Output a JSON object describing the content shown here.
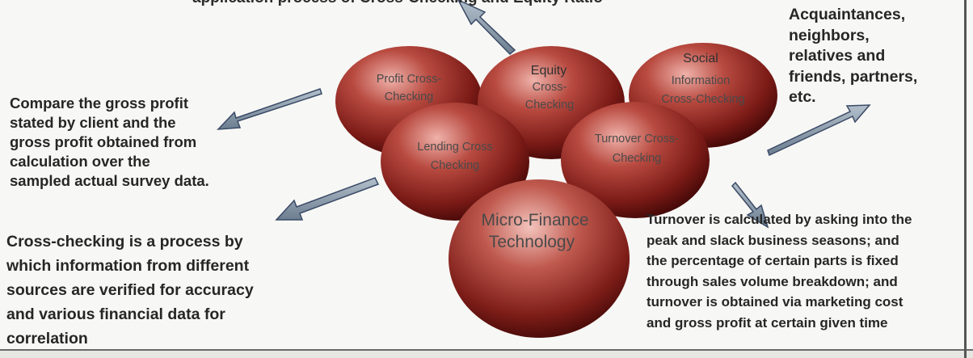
{
  "title_fragment": "application process of Cross-Checking and Equity Ratio",
  "center": {
    "label": "Micro-Finance Technology"
  },
  "spheres": {
    "profit": "Profit Cross-Checking",
    "equity": "Equity Cross-Checking",
    "social": "Social Information Cross-Checking",
    "lending": "Lending Cross Checking",
    "turnover": "Turnover Cross-Checking"
  },
  "annotations": {
    "profit_note": [
      "Compare the gross profit",
      "stated by client and the",
      "gross profit obtained from",
      "calculation over the",
      "sampled actual survey data."
    ],
    "social_note": [
      "Acquaintances,",
      "neighbors,",
      "relatives and",
      "friends, partners,",
      "etc."
    ],
    "lending_note": [
      "Cross-checking is a process by",
      "which information from different",
      "sources are verified for accuracy",
      "and various financial data for",
      "correlation"
    ],
    "turnover_note": [
      "Turnover is calculated by asking into the",
      "peak and slack business seasons; and",
      "the percentage of certain parts is fixed",
      "through sales volume breakdown; and",
      "turnover is obtained via marketing cost",
      "and gross profit at certain given time"
    ]
  },
  "colors": {
    "sphere_dark": "#5a1010",
    "sphere_mid": "#a33a32",
    "sphere_light": "#e8a19a",
    "arrow_fill": "#8a9aa8",
    "arrow_stroke": "#3a4a66"
  }
}
